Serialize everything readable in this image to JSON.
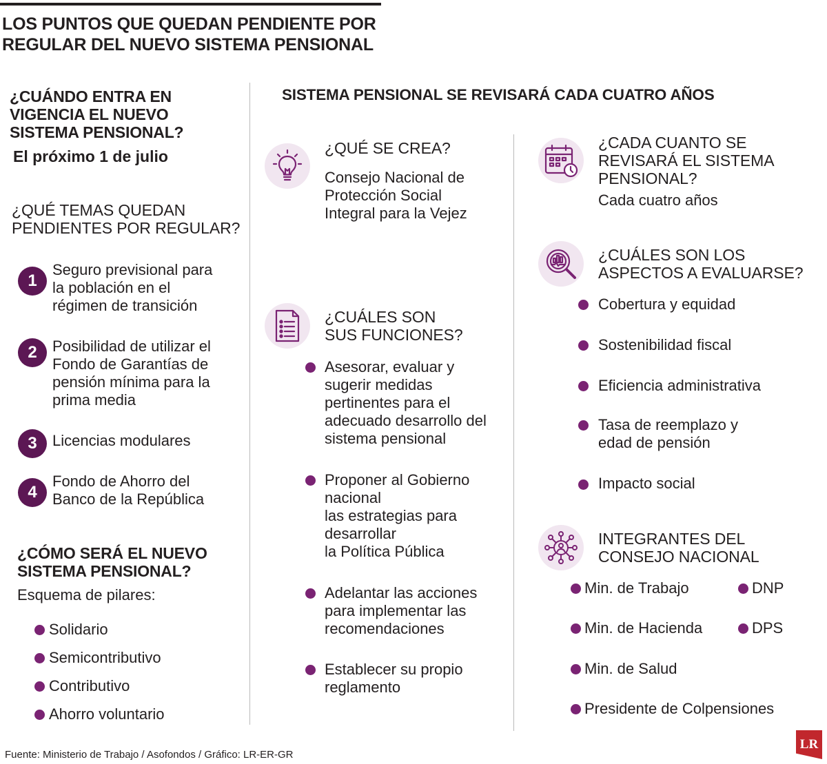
{
  "title": "LOS PUNTOS QUE QUEDAN PENDIENTE POR\nREGULAR DEL NUEVO SISTEMA PENSIONAL",
  "left": {
    "vigencia_q": "¿CUÁNDO ENTRA EN\nVIGENCIA EL NUEVO\nSISTEMA PENSIONAL?",
    "vigencia_a": "El próximo 1 de julio",
    "temas_q": "¿QUÉ TEMAS QUEDAN\nPENDIENTES POR REGULAR?",
    "temas": [
      {
        "num": "1",
        "text": "Seguro previsional para\nla población en el\nrégimen de transición"
      },
      {
        "num": "2",
        "text": "Posibilidad de utilizar el\nFondo de Garantías de\npensión mínima para la\nprima media"
      },
      {
        "num": "3",
        "text": "Licencias modulares"
      },
      {
        "num": "4",
        "text": "Fondo de Ahorro del\nBanco de la República"
      }
    ],
    "como_q": "¿CÓMO SERÁ EL NUEVO\nSISTEMA PENSIONAL?",
    "como_intro": "Esquema de pilares:",
    "pilares": [
      "Solidario",
      "Semicontributivo",
      "Contributivo",
      "Ahorro voluntario"
    ]
  },
  "middle": {
    "heading": "SISTEMA PENSIONAL SE REVISARÁ CADA CUATRO AÑOS",
    "crea_q": "¿QUÉ SE CREA?",
    "crea_a": "Consejo Nacional de\nProtección Social\nIntegral para la Vejez",
    "funciones_q": "¿CUÁLES SON\nSUS FUNCIONES?",
    "funciones": [
      "Asesorar, evaluar y\nsugerir medidas\npertinentes para el\nadecuado desarrollo del\nsistema pensional",
      "Proponer al Gobierno\nnacional\nlas estrategias para\ndesarrollar\nla Política Pública",
      "Adelantar las acciones\npara implementar las\nrecomendaciones",
      "Establecer su propio\nreglamento"
    ]
  },
  "right": {
    "revision_q": "¿CADA CUANTO SE\nREVISARÁ EL SISTEMA\nPENSIONAL?",
    "revision_a": "Cada cuatro años",
    "aspectos_q": "¿CUÁLES SON LOS\nASPECTOS A EVALUARSE?",
    "aspectos": [
      "Cobertura y equidad",
      "Sostenibilidad fiscal",
      "Eficiencia administrativa",
      "Tasa de reemplazo y\nedad de pensión",
      "Impacto social"
    ],
    "integrantes_q": "INTEGRANTES DEL\nCONSEJO NACIONAL",
    "integrantes": [
      "Min. de Trabajo",
      "DNP",
      "Min. de Hacienda",
      "DPS",
      "Min. de Salud",
      "Presidente de Colpensiones"
    ]
  },
  "icons": [
    "lightbulb-icon",
    "checklist-icon",
    "calendar-clock-icon",
    "magnifier-chart-icon",
    "network-people-icon"
  ],
  "colors": {
    "accent": "#7a2373",
    "accent_dark": "#5c1754",
    "icon_bg": "#f1e6f0",
    "text": "#231f20",
    "logo": "#c1272d"
  },
  "logo_text": "LR",
  "source": "Fuente: Ministerio de Trabajo / Asofondos / Gráfico: LR-ER-GR"
}
